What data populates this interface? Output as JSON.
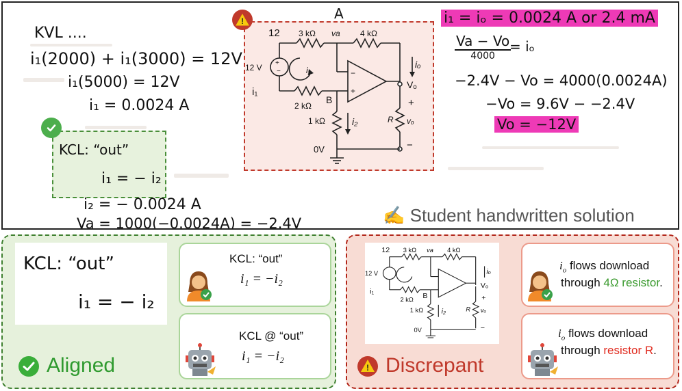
{
  "top": {
    "kvl_title": "KVL ....",
    "eq1": "i₁(2000) + i₁(3000) = 12V",
    "eq2": "i₁(5000) = 12V",
    "eq3": "i₁ = 0.0024 A",
    "kcl_title": "KCL: “out”",
    "kcl_eq": "i₁ = − i₂",
    "eq_i2": "i₂ = − 0.0024 A",
    "eq_va": "Va = 1000(−0.0024A) = −2.4V",
    "node_label_a": "A",
    "right_eq1": "i₁ = iₒ = 0.0024 A or 2.4 mA",
    "right_frac_num": "Va − Vo",
    "right_frac_den": "4000",
    "right_frac_rhs": "= iₒ",
    "right_eq2": "−2.4V − Vo = 4000(0.0024A)",
    "right_eq3": "−Vo = 9.6V − −2.4V",
    "right_eq4": "Vo = −12V",
    "caption": "Student handwritten solution",
    "pen_icon": "writing-hand-icon"
  },
  "circuit": {
    "node12": "12",
    "r1": "3 kΩ",
    "va": "va",
    "r2": "4 kΩ",
    "source": "12 V",
    "i1": "i₁",
    "io": "iₒ",
    "vo": "Vₒ",
    "r3": "2 kΩ",
    "nodeB": "B",
    "r4": "1 kΩ",
    "i2": "i₂",
    "rR": "R",
    "vo_small": "vₒ",
    "ground": "0V",
    "plus": "+",
    "minus": "−"
  },
  "aligned": {
    "crop_title": "KCL: “out”",
    "crop_eq": "i₁ = − i₂",
    "teacher_line1": "KCL: “out”",
    "teacher_line2": "i₁ = −i₂",
    "model_line1": "KCL @ “out”",
    "model_line2": "i₁ = −i₂",
    "status": "Aligned",
    "check_icon": "check-circle-icon"
  },
  "discrepant": {
    "teacher_line1_pre": "i",
    "teacher_line1_sub": "o",
    "teacher_line1_post": " flows download",
    "teacher_line2_pre": "through ",
    "teacher_line2_hl": "4Ω resistor",
    "teacher_line2_post": ".",
    "model_line1_pre": "i",
    "model_line1_sub": "o",
    "model_line1_post": " flows download",
    "model_line2_pre": "through ",
    "model_line2_hl": "resistor R",
    "model_line2_post": ".",
    "status": "Discrepant",
    "warn_icon": "warning-icon"
  },
  "colors": {
    "aligned_green": "#3d7f2e",
    "discrepant_red": "#b2261a",
    "highlight_pink": "#ee3ab6"
  }
}
